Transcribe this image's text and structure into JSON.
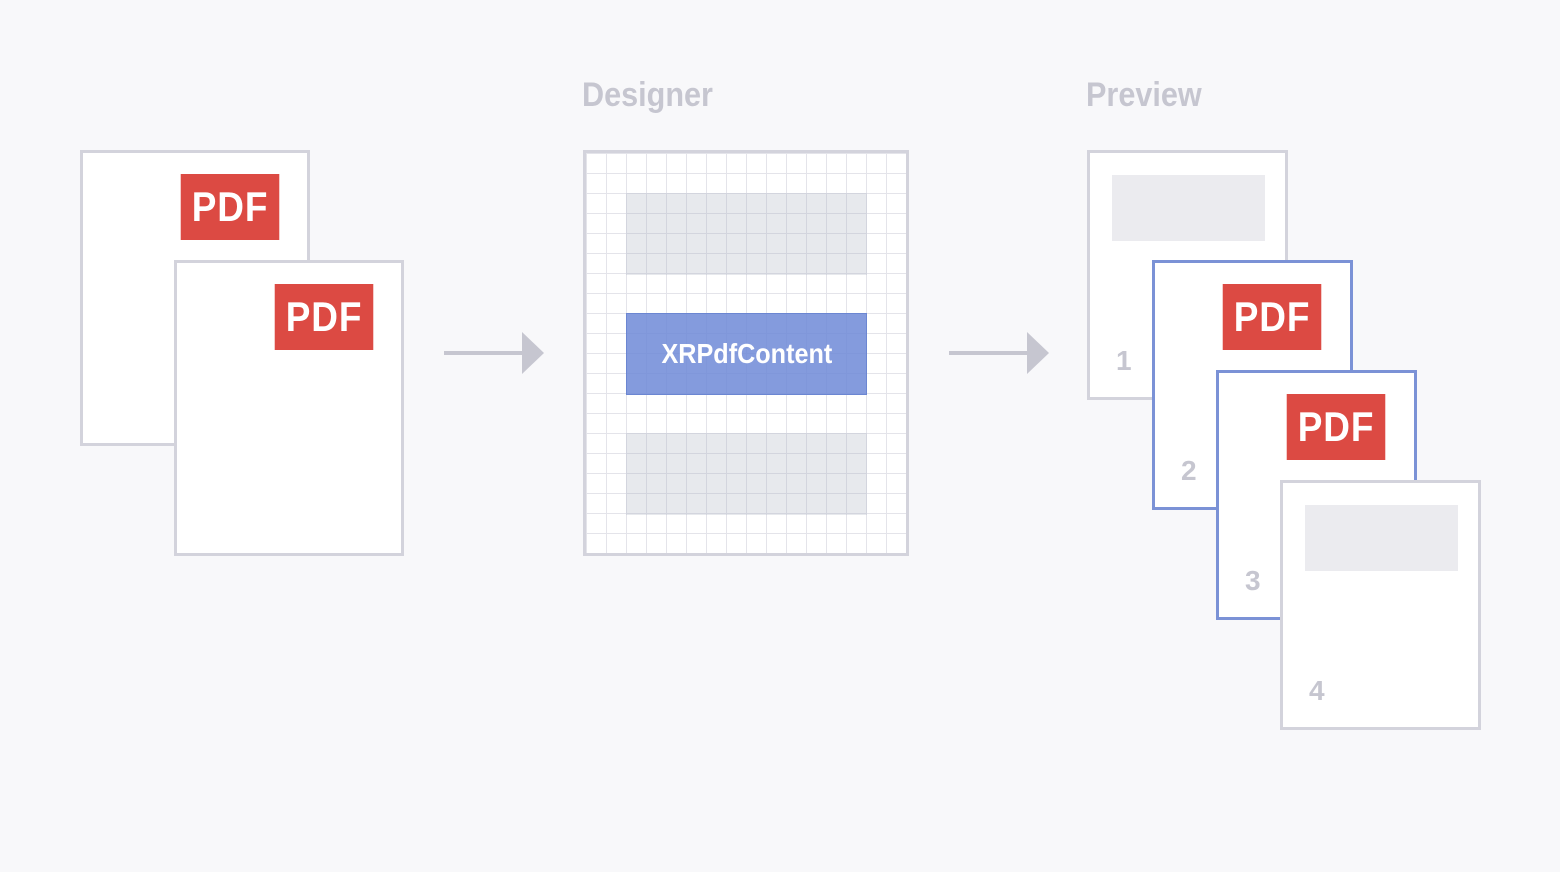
{
  "sections": {
    "designer_title": "Designer",
    "preview_title": "Preview"
  },
  "source": {
    "badges": [
      "PDF",
      "PDF"
    ]
  },
  "designer": {
    "control_label": "XRPdfContent"
  },
  "preview": {
    "badges": [
      "PDF",
      "PDF"
    ],
    "page_numbers": [
      "1",
      "2",
      "3",
      "4"
    ]
  },
  "colors": {
    "pdf_badge": "#dc4a43",
    "selected_page_border": "#7b92d6",
    "control_fill": "#6e89d7",
    "page_border": "#d3d3dc",
    "background": "#f8f8fa"
  }
}
